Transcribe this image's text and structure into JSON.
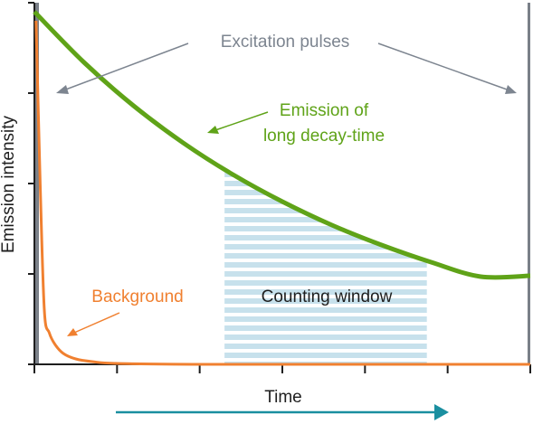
{
  "chart_data": {
    "type": "line",
    "xlabel": "Time",
    "ylabel": "Emission intensity",
    "xlim": [
      0,
      60
    ],
    "ylim": [
      0,
      4
    ],
    "x_ticks": [
      0,
      10,
      20,
      30,
      40,
      50,
      60
    ],
    "y_ticks": [
      0,
      1,
      2,
      3,
      4
    ],
    "grid": false,
    "series": [
      {
        "name": "Emission of long decay-time",
        "color": "#5fa318",
        "x": [
          0,
          6,
          12,
          18,
          24,
          30,
          36,
          42,
          48,
          54,
          60
        ],
        "y": [
          3.9,
          3.34,
          2.86,
          2.45,
          2.1,
          1.8,
          1.54,
          1.32,
          1.13,
          0.97,
          0.98
        ]
      },
      {
        "name": "Background",
        "color": "#f08030",
        "x": [
          0.2,
          0.7,
          1.2,
          1.8,
          2.5,
          3.5,
          5,
          7,
          10,
          20,
          40,
          60
        ],
        "y": [
          3.8,
          2.0,
          0.6,
          0.35,
          0.22,
          0.12,
          0.06,
          0.03,
          0.01,
          0.0,
          0.0,
          0.0
        ]
      }
    ],
    "excitation_pulses_x": [
      0,
      60
    ],
    "counting_window": {
      "x": [
        23,
        47.5
      ],
      "label": "Counting window"
    },
    "annotations": {
      "excitation": "Excitation pulses",
      "emission_line1": "Emission of",
      "emission_line2": "long decay-time",
      "background": "Background",
      "counting": "Counting window"
    },
    "colors": {
      "emission": "#5fa318",
      "background": "#f08030",
      "pulse": "#7a8088",
      "window": "#c7e1ec",
      "time_arrow": "#1a8fa0",
      "axis": "#1e1e1e",
      "annotation": "#7d8590"
    }
  }
}
